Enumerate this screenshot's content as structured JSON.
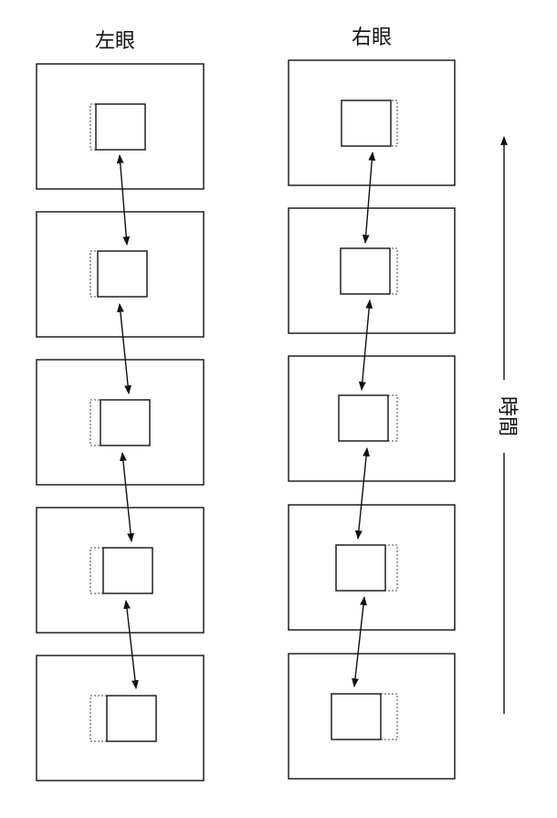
{
  "columns": {
    "left": {
      "label": "左眼"
    },
    "right": {
      "label": "右眼"
    }
  },
  "time_axis": {
    "label": "時間",
    "direction": "up"
  },
  "frames_per_eye": 5
}
